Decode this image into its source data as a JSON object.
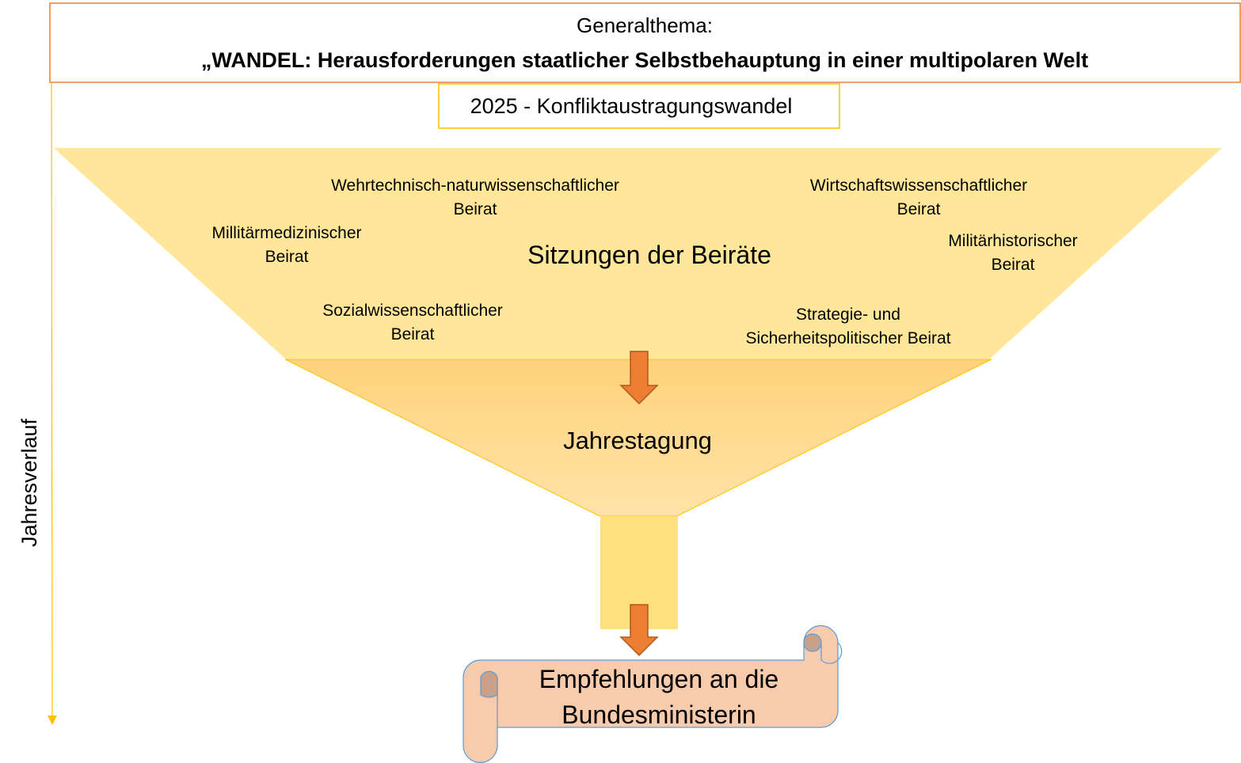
{
  "header": {
    "label": "Generalthema:",
    "title": "„WANDEL: Herausforderungen staatlicher Selbstbehauptung in einer multipolaren Welt"
  },
  "year_topic": "2025 - Konfliktaustragungswandel",
  "timeline_label": "Jahresverlauf",
  "funnel": {
    "title": "Sitzungen der Beiräte",
    "councils": [
      {
        "line1": "Wehrtechnisch-naturwissenschaftlicher",
        "line2": "Beirat"
      },
      {
        "line1": "Wirtschaftswissenschaftlicher",
        "line2": "Beirat"
      },
      {
        "line1": "Millitärmedizinischer",
        "line2": "Beirat"
      },
      {
        "line1": "Militärhistorischer",
        "line2": "Beirat"
      },
      {
        "line1": "Sozialwissenschaftlicher",
        "line2": "Beirat"
      },
      {
        "line1": "Strategie- und",
        "line2": "Sicherheitspolitischer Beirat"
      }
    ]
  },
  "conference": "Jahrestagung",
  "result": {
    "line1": "Empfehlungen an die",
    "line2": "Bundesministerin"
  },
  "colors": {
    "orange": "#ED7D31",
    "gold": "#FFC000",
    "funnel": "#FFE699",
    "scroll": "#F8CBAD",
    "scroll_stroke": "#5B9BD5"
  }
}
